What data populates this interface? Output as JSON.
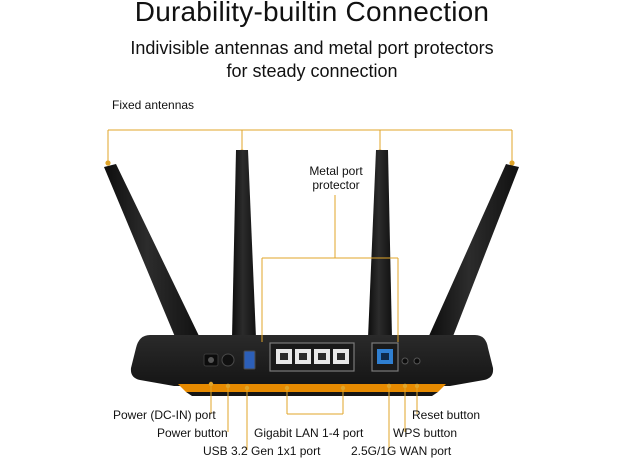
{
  "title": "Durability-builtin Connection",
  "subtitle_line1": "Indivisible antennas and metal port protectors",
  "subtitle_line2": "for steady connection",
  "labels": {
    "fixed_antennas": "Fixed antennas",
    "metal_port_protector_line1": "Metal port",
    "metal_port_protector_line2": "protector",
    "power_dc_in_port": "Power (DC-IN) port",
    "power_button": "Power button",
    "usb_port": "USB 3.2 Gen 1x1 port",
    "gigabit_lan_port": "Gigabit LAN 1-4 port",
    "reset_button": "Reset button",
    "wps_button": "WPS button",
    "wan_port": "2.5G/1G WAN port"
  },
  "colors": {
    "callout_line": "#e0a52a",
    "router_body": "#1e1e1e",
    "accent_orange": "#e68a00",
    "wan_port_blue": "#2f7fd1"
  }
}
